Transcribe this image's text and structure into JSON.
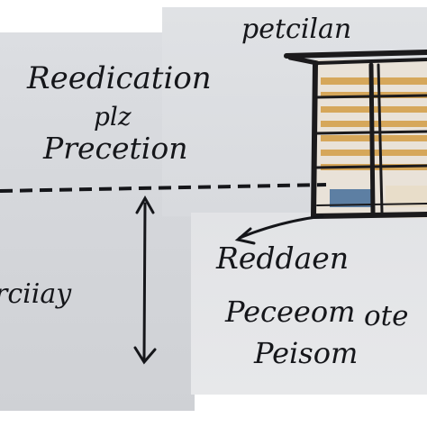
{
  "labels": {
    "top": "petcilan",
    "left_line1": "Reedication",
    "left_line2": "plz",
    "left_line3": "Precetion",
    "left_bottom": "rciiay",
    "right_line1": "Reddaen",
    "right_line2": "Peceeom",
    "right_line3": "ote",
    "right_line4": "Peisom"
  },
  "colors": {
    "ink": "#15161a",
    "window_frame": "#1b1a1c",
    "window_glass": "#e9e2d8",
    "window_blinds": "#d6a75a"
  }
}
